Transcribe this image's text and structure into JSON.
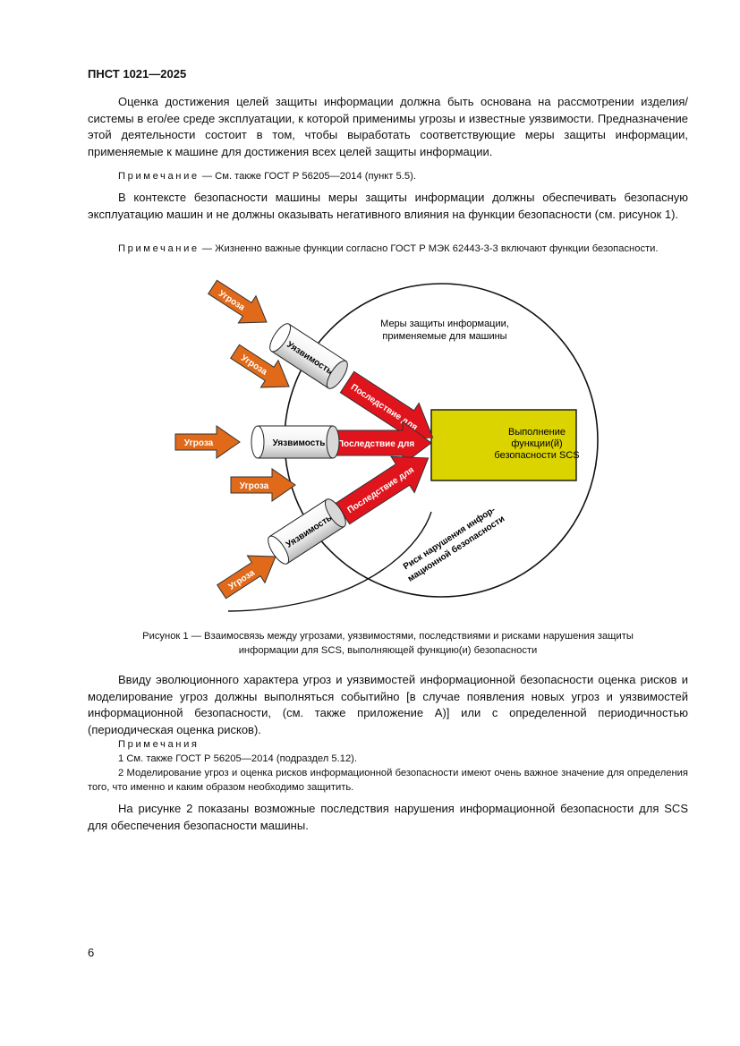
{
  "header": {
    "doc_code": "ПНСТ 1021—2025"
  },
  "paragraphs": [
    "Оценка достижения целей защиты информации должна быть основана на рассмотрении изделия/системы в его/ее среде эксплуатации, к которой применимы угрозы и известные уязвимости. Предназначение этой деятельности состоит в том, чтобы выработать соответствующие меры защиты информации, применяемые к машине для достижения всех целей защиты информации.",
    "В контексте безопасности машины меры защиты информации должны обеспечивать безопасную эксплуатацию машин и не должны оказывать негативного влияния на функции безопасности (см. рисунок 1).",
    "Ввиду эволюционного характера угроз и уязвимостей информационной безопасности оценка рисков и моделирование угроз должны выполняться событийно [в случае появления новых угроз и уязвимостей информационной безопасности, (см. также приложение А)] или с определенной периодичностью (периодическая оценка рисков).",
    "На рисунке 2 показаны возможные последствия нарушения информационной безопасности для SCS для обеспечения безопасности машины."
  ],
  "notes": [
    {
      "label": "Примечание",
      "text": " — См. также ГОСТ Р 56205—2014 (пункт 5.5)."
    },
    {
      "label": "Примечание",
      "text": " — Жизненно важные функции согласно ГОСТ Р МЭК 62443-3-3 включают функции безопасности."
    }
  ],
  "notes_block": {
    "label": "Примечания",
    "items": [
      "1 См. также ГОСТ Р 56205—2014 (подраздел 5.12).",
      "2 Моделирование угроз и оценка рисков информационной безопасности имеют очень важное значение для определения того, что именно и каким образом необходимо защитить."
    ]
  },
  "figure": {
    "circle_title_line1": "Меры защиты информации,",
    "circle_title_line2": "применяемые для машины",
    "box_line1": "Выполнение",
    "box_line2": "функции(й)",
    "box_line3": "безопасности SCS",
    "threat_label": "Угроза",
    "vulnerability_label": "Уязвимость",
    "consequence_label": "Последствие для",
    "risk_line1": "Риск нарушения инфор-",
    "risk_line2": "мационной безопасности",
    "colors": {
      "threat": "#e06a1a",
      "consequence": "#e0141c",
      "box": "#dcd400"
    },
    "caption_line1": "Рисунок 1 — Взаимосвязь между угрозами, уязвимостями, последствиями и рисками нарушения защиты",
    "caption_line2": "информации для SCS, выполняющей функцию(и) безопасности"
  },
  "page_number": "6"
}
